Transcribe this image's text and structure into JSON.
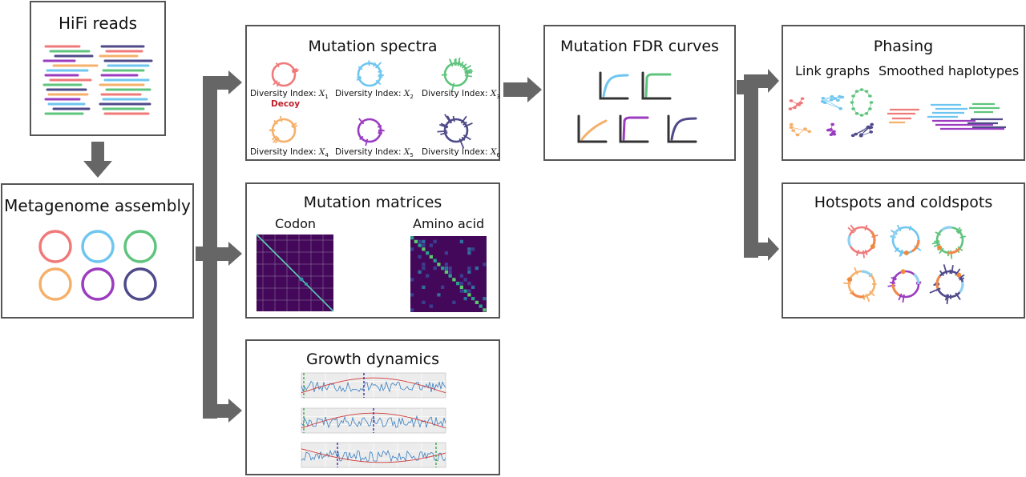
{
  "hifi": {
    "title": "HiFi reads"
  },
  "assembly": {
    "title": "Metagenome assembly"
  },
  "spectra": {
    "title": "Mutation spectra",
    "items": [
      {
        "label": "Diversity Index: ",
        "var": "X",
        "sub": "1",
        "color": "#f07a7a"
      },
      {
        "label": "Diversity Index: ",
        "var": "X",
        "sub": "2",
        "color": "#6ec6f0"
      },
      {
        "label": "Diversity Index: ",
        "var": "X",
        "sub": "3",
        "color": "#5fc47d"
      },
      {
        "label": "Diversity Index: ",
        "var": "X",
        "sub": "4",
        "color": "#f5b06b"
      },
      {
        "label": "Diversity Index: ",
        "var": "X",
        "sub": "5",
        "color": "#9b3cc0"
      },
      {
        "label": "Diversity Index: ",
        "var": "X",
        "sub": "6",
        "color": "#4f4a8a"
      }
    ],
    "decoy": "Decoy"
  },
  "matrices": {
    "title": "Mutation matrices",
    "left": "Codon",
    "right": "Amino acid"
  },
  "growth": {
    "title": "Growth dynamics"
  },
  "fdr": {
    "title": "Mutation FDR curves"
  },
  "phasing": {
    "title": "Phasing",
    "left": "Link graphs",
    "right": "Smoothed haplotypes"
  },
  "hotspots": {
    "title": "Hotspots and coldspots"
  },
  "colors": {
    "salmon": "#f07a7a",
    "sky": "#6ec6f0",
    "green": "#5fc47d",
    "orange": "#f5b06b",
    "purple": "#9b3cc0",
    "indigo": "#4f4a8a",
    "arrow": "#666666",
    "heat": "#44085a"
  }
}
